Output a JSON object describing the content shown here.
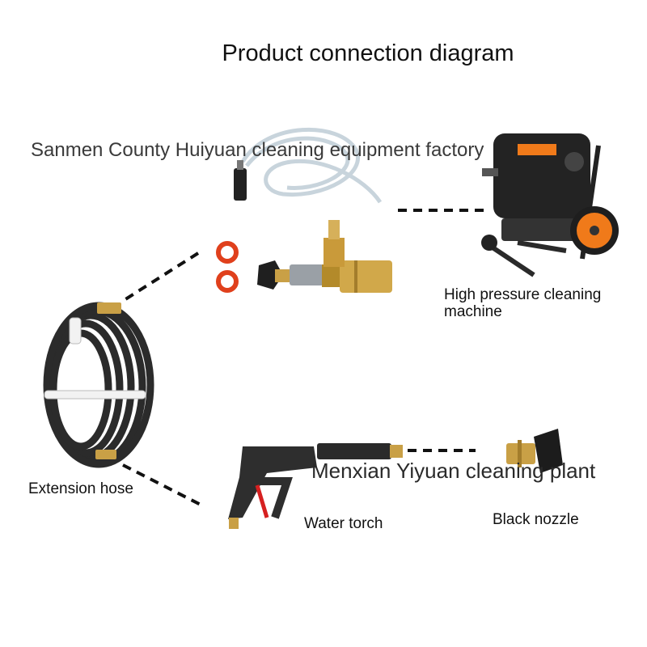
{
  "title": "Product connection diagram",
  "watermarks": {
    "top": "Sanmen County Huiyuan cleaning equipment factory",
    "bottom": "Menxian Yiyuan cleaning plant"
  },
  "labels": {
    "machine_line1": "High pressure cleaning",
    "machine_line2": "machine",
    "extension_hose": "Extension hose",
    "water_torch": "Water torch",
    "black_nozzle": "Black nozzle"
  },
  "colors": {
    "accent_orange": "#f07a1a",
    "brass": "#c9a046",
    "hose_black": "#2b2b2b",
    "oring_red": "#e0401c",
    "trigger_red": "#d62020"
  }
}
